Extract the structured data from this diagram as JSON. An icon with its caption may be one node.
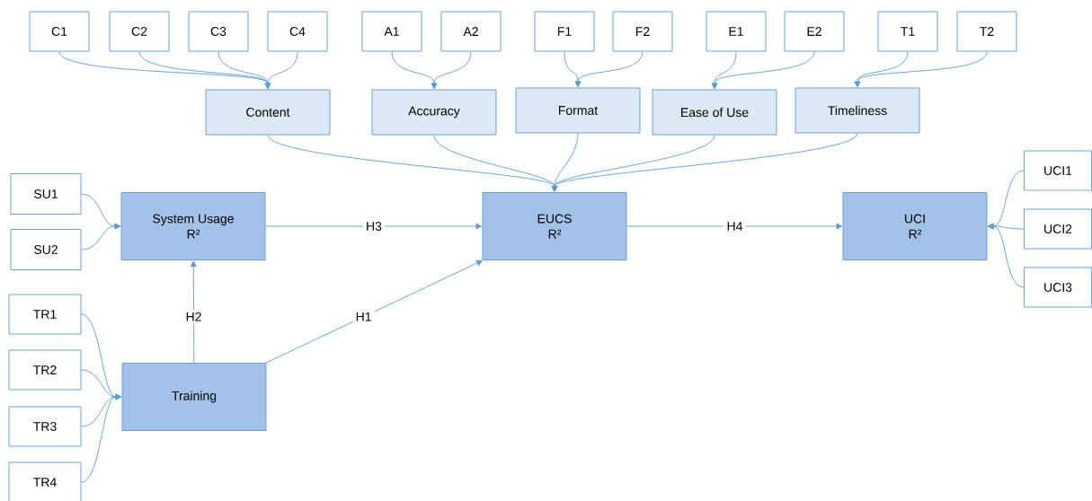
{
  "diagram": {
    "nodes": [
      {
        "text": [
          "C1"
        ]
      },
      {
        "text": [
          "C2"
        ]
      },
      {
        "text": [
          "C3"
        ]
      },
      {
        "text": [
          "C4"
        ]
      },
      {
        "text": [
          "A1"
        ]
      },
      {
        "text": [
          "A2"
        ]
      },
      {
        "text": [
          "F1"
        ]
      },
      {
        "text": [
          "F2"
        ]
      },
      {
        "text": [
          "E1"
        ]
      },
      {
        "text": [
          "E2"
        ]
      },
      {
        "text": [
          "T1"
        ]
      },
      {
        "text": [
          "T2"
        ]
      },
      {
        "text": [
          "Content"
        ]
      },
      {
        "text": [
          "Accuracy"
        ]
      },
      {
        "text": [
          "Format"
        ]
      },
      {
        "text": [
          "Ease of Use"
        ]
      },
      {
        "text": [
          "Timeliness"
        ]
      },
      {
        "text": [
          "SU1"
        ]
      },
      {
        "text": [
          "SU2"
        ]
      },
      {
        "text": [
          "System Usage",
          "R²"
        ]
      },
      {
        "text": [
          "EUCS",
          "R²"
        ]
      },
      {
        "text": [
          "UCI1"
        ]
      },
      {
        "text": [
          "UCI2"
        ]
      },
      {
        "text": [
          "UCI3"
        ]
      },
      {
        "text": [
          "UCI",
          "R²"
        ]
      },
      {
        "text": [
          "TR1"
        ]
      },
      {
        "text": [
          "TR2"
        ]
      },
      {
        "text": [
          "TR3"
        ]
      },
      {
        "text": [
          "TR4"
        ]
      },
      {
        "text": [
          "Training"
        ]
      }
    ],
    "edges": [
      {
        "from": 0,
        "to": 12,
        "arrow": "to"
      },
      {
        "from": 1,
        "to": 12,
        "arrow": "to"
      },
      {
        "from": 2,
        "to": 12,
        "arrow": "to"
      },
      {
        "from": 3,
        "to": 12,
        "arrow": "to"
      },
      {
        "from": 4,
        "to": 13,
        "arrow": "to"
      },
      {
        "from": 5,
        "to": 13,
        "arrow": "to"
      },
      {
        "from": 6,
        "to": 14,
        "arrow": "to"
      },
      {
        "from": 7,
        "to": 14,
        "arrow": "to"
      },
      {
        "from": 8,
        "to": 15,
        "arrow": "to"
      },
      {
        "from": 9,
        "to": 15,
        "arrow": "to"
      },
      {
        "from": 10,
        "to": 16,
        "arrow": "to"
      },
      {
        "from": 11,
        "to": 16,
        "arrow": "to"
      },
      {
        "from": 12,
        "to": 20,
        "arrow": "to"
      },
      {
        "from": 13,
        "to": 20,
        "arrow": "to"
      },
      {
        "from": 14,
        "to": 20,
        "arrow": "to"
      },
      {
        "from": 15,
        "to": 20,
        "arrow": "to"
      },
      {
        "from": 16,
        "to": 20,
        "arrow": "to"
      },
      {
        "from": 17,
        "to": 19,
        "arrow": "to"
      },
      {
        "from": 18,
        "to": 19,
        "arrow": "to"
      },
      {
        "from": 21,
        "to": 24,
        "arrow": "to"
      },
      {
        "from": 22,
        "to": 24,
        "arrow": "to"
      },
      {
        "from": 23,
        "to": 24,
        "arrow": "to"
      },
      {
        "from": 25,
        "to": 29,
        "arrow": "to"
      },
      {
        "from": 26,
        "to": 29,
        "arrow": "to"
      },
      {
        "from": 27,
        "to": 29,
        "arrow": "to"
      },
      {
        "from": 28,
        "to": 29,
        "arrow": "to"
      },
      {
        "from": 19,
        "to": 20,
        "arrow": "to",
        "label": "H3"
      },
      {
        "from": 29,
        "to": 19,
        "arrow": "to",
        "label": "H2"
      },
      {
        "from": 29,
        "to": 20,
        "arrow": "to",
        "label": "H1"
      },
      {
        "from": 20,
        "to": 24,
        "arrow": "to",
        "label": "H4"
      }
    ]
  }
}
